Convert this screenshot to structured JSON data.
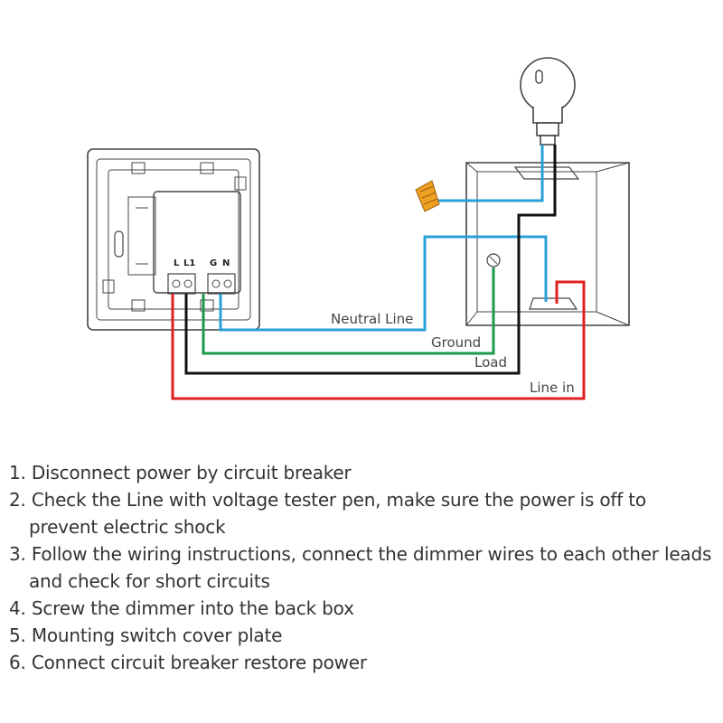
{
  "diagram": {
    "terminals": {
      "l": "L",
      "l1": "L1",
      "g": "G",
      "n": "N"
    },
    "wires": {
      "neutral": {
        "label": "Neutral Line",
        "color": "#2aa0d8"
      },
      "ground": {
        "label": "Ground",
        "color": "#1a9a4a"
      },
      "load": {
        "label": "Load",
        "color": "#111111"
      },
      "line_in": {
        "label": "Line in",
        "color": "#e02020"
      }
    },
    "connector_color": "#f0a020"
  },
  "steps": [
    "1. Disconnect power by circuit breaker",
    "2. Check the Line with voltage tester pen, make sure the power is off to prevent electric shock",
    "3. Follow the wiring instructions, connect the dimmer wires to each other leads and check for short circuits",
    "4. Screw the dimmer into the back box",
    "5. Mounting switch cover plate",
    "6. Connect circuit breaker restore power"
  ]
}
